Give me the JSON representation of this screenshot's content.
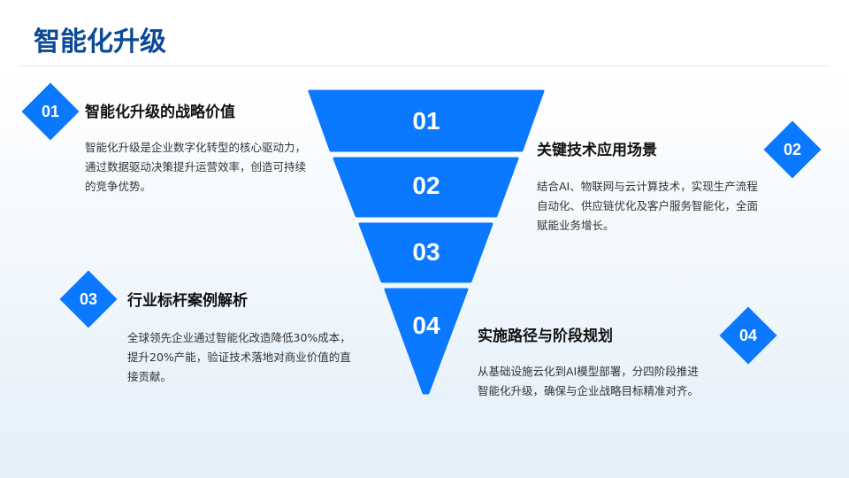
{
  "title": "智能化升级",
  "accent": "#0a78ff",
  "funnel": [
    "01",
    "02",
    "03",
    "04"
  ],
  "items": [
    {
      "num": "01",
      "heading": "智能化升级的战略价值",
      "text": "智能化升级是企业数字化转型的核心驱动力，通过数据驱动决策提升运营效率，创造可持续的竞争优势。"
    },
    {
      "num": "02",
      "heading": "关键技术应用场景",
      "text": "结合AI、物联网与云计算技术，实现生产流程自动化、供应链优化及客户服务智能化，全面赋能业务增长。"
    },
    {
      "num": "03",
      "heading": "行业标杆案例解析",
      "text": "全球领先企业通过智能化改造降低30%成本，提升20%产能，验证技术落地对商业价值的直接贡献。"
    },
    {
      "num": "04",
      "heading": "实施路径与阶段规划",
      "text": "从基础设施云化到AI模型部署，分四阶段推进智能化升级，确保与企业战略目标精准对齐。"
    }
  ]
}
